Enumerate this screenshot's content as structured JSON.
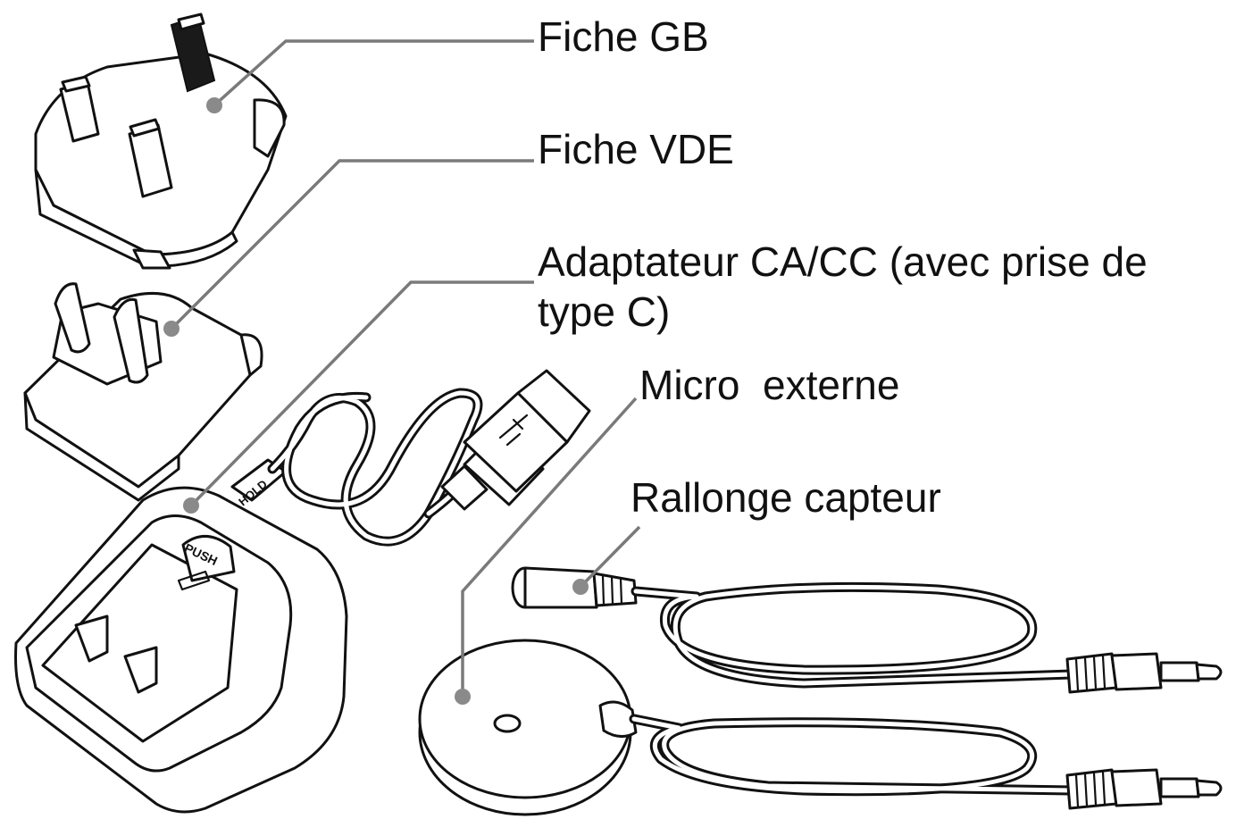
{
  "labels": {
    "fiche_gb": "Fiche GB",
    "fiche_vde": "Fiche VDE",
    "adaptateur_line1": "Adaptateur CA/CC (avec prise de",
    "adaptateur_line2": "type C)",
    "micro_externe": "Micro  externe",
    "rallonge_capteur": "Rallonge capteur"
  },
  "device_text": {
    "push": "PUSH",
    "hold": "HOLD"
  },
  "colors": {
    "ink": "#111111",
    "leader": "#7a7a7a",
    "background": "#ffffff"
  }
}
